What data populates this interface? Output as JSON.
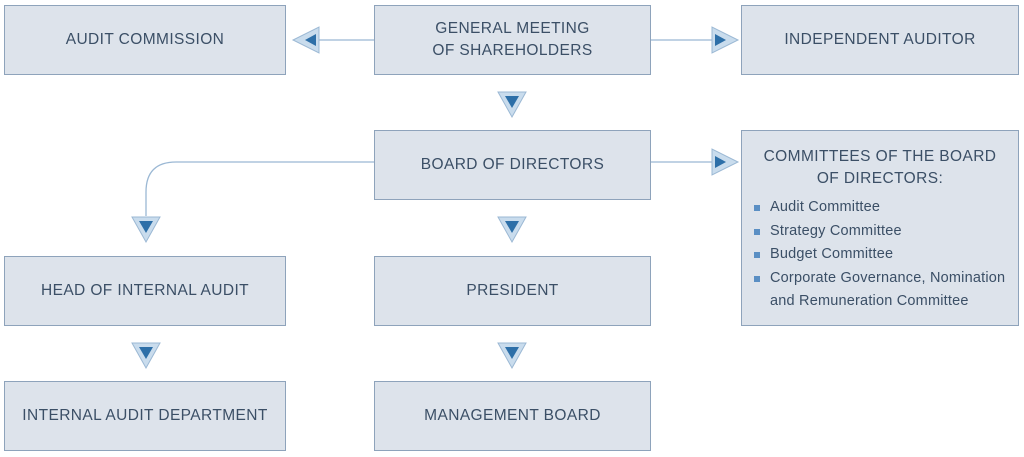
{
  "boxes": {
    "general_meeting": [
      "GENERAL MEETING",
      "OF SHAREHOLDERS"
    ],
    "audit_commission": "AUDIT COMMISSION",
    "independent_auditor": "INDEPENDENT AUDITOR",
    "board_of_directors": "BOARD OF DIRECTORS",
    "committees_title": [
      "COMMITTEES OF THE BOARD",
      "OF DIRECTORS:"
    ],
    "head_internal_audit": "HEAD OF INTERNAL AUDIT",
    "president": "PRESIDENT",
    "internal_audit_department": "INTERNAL AUDIT DEPARTMENT",
    "management_board": "MANAGEMENT BOARD"
  },
  "committees": [
    "Audit Committee",
    "Strategy Committee",
    "Budget Committee",
    "Corporate Governance, Nomination",
    "and Remuneration Committee"
  ],
  "colors": {
    "box_fill": "#dde3eb",
    "box_border": "#8ea3bb",
    "text": "#3b4f66",
    "connector": "#9bb8d4",
    "arrow_fill": "#c9dced",
    "arrow_head": "#2d6fa8",
    "bullet": "#5a8fc4"
  },
  "icons": {
    "bullet": "square-bullet-icon",
    "arrow": "triangle-arrow-icon"
  }
}
